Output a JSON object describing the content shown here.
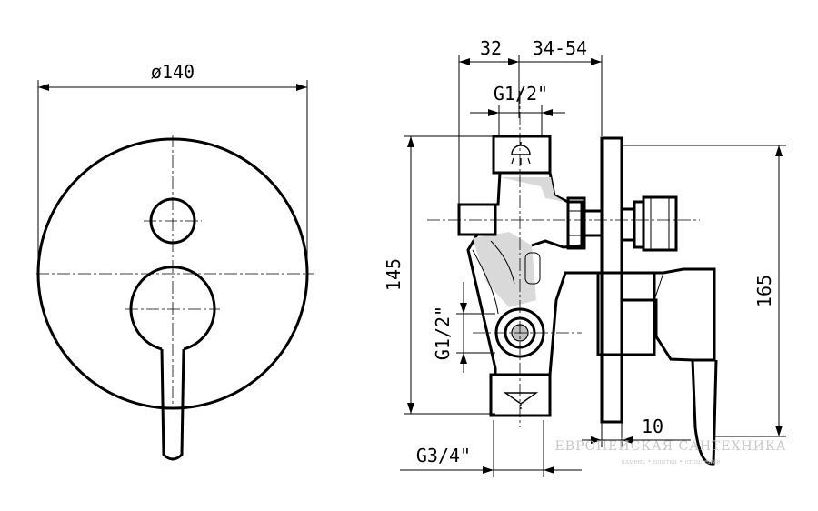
{
  "front_view": {
    "diameter_label": "ø140"
  },
  "side_view": {
    "dim_top_left": "32",
    "dim_top_right": "34-54",
    "thread_top": "G1/2\"",
    "height_body": "145",
    "thread_side": "G1/2\"",
    "height_total": "165",
    "plate_offset": "10",
    "thread_bottom": "G3/4\""
  },
  "icons": {
    "top_outlet": "shower-icon",
    "bottom_outlet": "spout-icon"
  },
  "watermark": {
    "title": "ЕВРОПЕЙСКАЯ САНТЕХНИКА",
    "subtitle": "камень • плитка • отопление"
  }
}
